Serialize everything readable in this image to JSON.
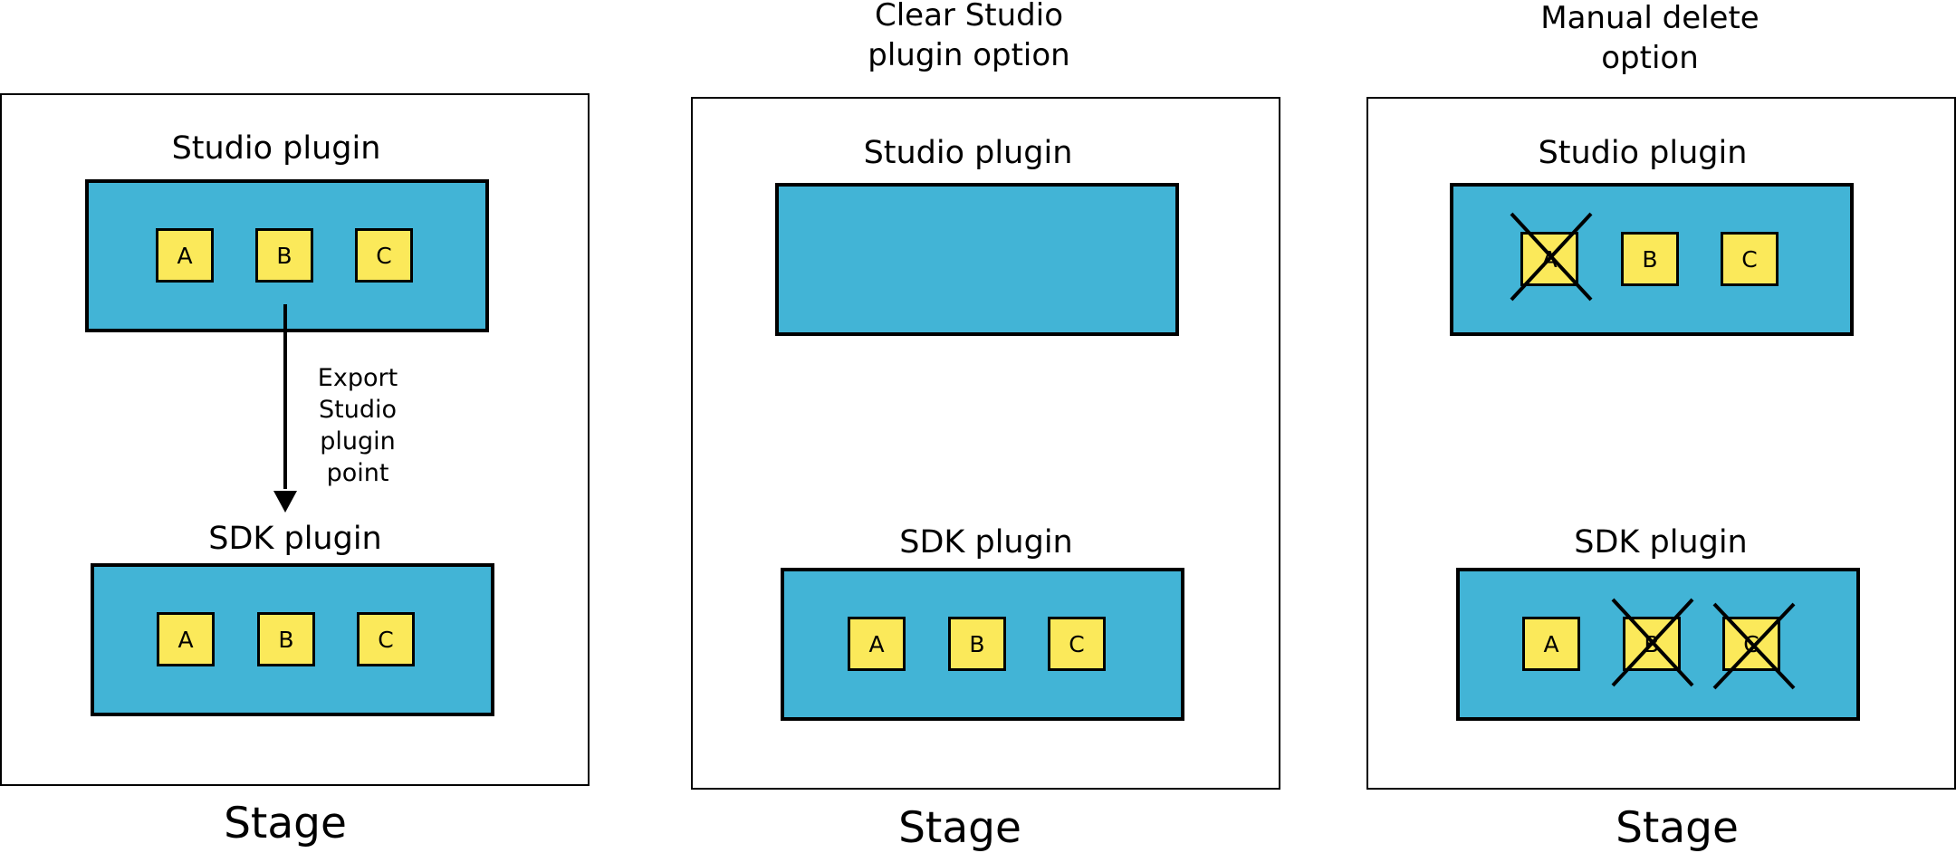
{
  "colors": {
    "plugin_fill": "#42b4d6",
    "item_fill": "#fbe95a",
    "stroke": "#000000"
  },
  "panels": {
    "export": {
      "heading": "",
      "studio_label": "Studio plugin",
      "sdk_label": "SDK plugin",
      "studio_items": [
        "A",
        "B",
        "C"
      ],
      "sdk_items": [
        "A",
        "B",
        "C"
      ],
      "arrow_label": [
        "Export",
        "Studio",
        "plugin",
        "point"
      ],
      "stage_label": "Stage"
    },
    "clear": {
      "heading": [
        "Clear  Studio",
        "plugin option"
      ],
      "studio_label": "Studio plugin",
      "sdk_label": "SDK plugin",
      "sdk_items": [
        "A",
        "B",
        "C"
      ],
      "stage_label": "Stage"
    },
    "manual": {
      "heading": [
        "Manual delete",
        "option"
      ],
      "studio_label": "Studio plugin",
      "sdk_label": "SDK plugin",
      "studio_items": [
        "A",
        "B",
        "C"
      ],
      "sdk_items": [
        "A",
        "B",
        "C"
      ],
      "stage_label": "Stage"
    }
  }
}
